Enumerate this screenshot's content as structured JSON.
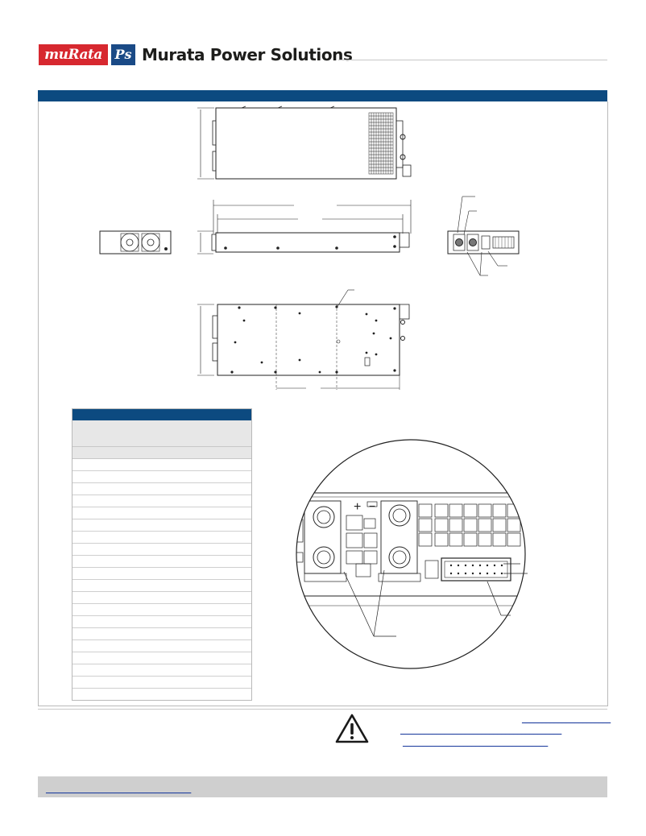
{
  "header": {
    "logo_text": "muRata",
    "ps_mark": "Ps",
    "brand_name": "Murata Power Solutions"
  },
  "drawing": {
    "polarity_plus": "+",
    "polarity_minus": "−"
  },
  "table": {
    "row_count": 20
  },
  "warning": {
    "icon": "warning-triangle-icon",
    "link_1": "______________________",
    "link_2": "________________________________________",
    "link_3": "____________________________________"
  },
  "footer": {
    "link": "____________________________________"
  },
  "colors": {
    "brand_red": "#d7282f",
    "brand_blue": "#1a4a86",
    "section_blue": "#0c4a80",
    "footer_gray": "#cfcfcf"
  }
}
